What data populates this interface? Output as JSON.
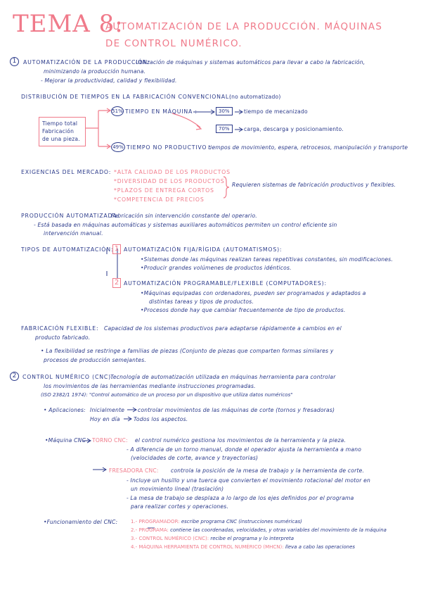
{
  "title": {
    "prefix": "TEMA 8:",
    "line1": "AUTOMATIZACIÓN DE LA PRODUCCIÓN. MÁQUINAS",
    "line2": "DE CONTROL NUMÉRICO."
  },
  "s1": {
    "number": "1",
    "heading": "AUTOMATIZACIÓN DE LA PRODUCCIÓN:",
    "text1": "Utilización de máquinas y sistemas automáticos para llevar a cabo la fabricación,",
    "text2": "minimizando la producción humana.",
    "text3": "- Mejorar la productividad, calidad y flexibilidad."
  },
  "dist": {
    "heading": "DISTRIBUCIÓN DE TIEMPOS EN LA FABRICACIÓN CONVENCIONAL:",
    "note": "(no automatizado)",
    "total_box": [
      "Tiempo total",
      "Fabricación",
      "de una pieza."
    ],
    "p51": "51%",
    "prod_label": "TIEMPO EN MÁQUINA :",
    "p30": "30%",
    "p30_text": "tiempo de mecanizado",
    "p70": "70%",
    "p70_text": "carga, descarga y posicionamiento.",
    "p49": "49%",
    "nonprod_label": "TIEMPO NO PRODUCTIVO :",
    "nonprod_text": "tiempos de movimiento, espera, retrocesos, manipulación y transporte"
  },
  "exig": {
    "heading": "EXIGENCIAS DEL MERCADO:",
    "items": [
      "*ALTA CALIDAD DE LOS PRODUCTOS",
      "*DIVERSIDAD DE LOS PRODUCTOS",
      "*PLAZOS DE ENTREGA CORTOS",
      "*COMPETENCIA DE PRECIOS"
    ],
    "result": "Requieren sistemas de fabricación productivos y flexibles."
  },
  "prod": {
    "heading": "PRODUCCIÓN AUTOMATIZADA:",
    "text1": "Fabricación sin intervención constante del operario.",
    "text2": "- Está basada en máquinas automáticas y sistemas auxiliares automáticos permiten un control eficiente sin",
    "text3": "intervención manual."
  },
  "tipos": {
    "heading": "TIPOS DE AUTOMATIZACIÓN:",
    "t1_num": "1",
    "t1_title": "AUTOMATIZACIÓN FIJA/RÍGIDA (AUTOMATISMOS):",
    "t1_b1": "•Sistemas donde las máquinas realizan tareas repetitivas constantes, sin modificaciones.",
    "t1_b2": "•Producir grandes volúmenes de productos idénticos.",
    "t2_num": "2",
    "t2_title": "AUTOMATIZACIÓN PROGRAMABLE/FLEXIBLE (COMPUTADORES):",
    "t2_b1": "•Máquinas equipadas con ordenadores, pueden ser programados y adaptados a",
    "t2_b1b": "distintas tareas y tipos de productos.",
    "t2_b2": "•Procesos donde hay que cambiar frecuentemente de tipo de productos."
  },
  "flex": {
    "heading": "FABRICACIÓN FLEXIBLE:",
    "text1": "Capacidad de los sistemas productivos para adaptarse rápidamente a cambios en el",
    "text2": "producto fabricado.",
    "text3": "• La flexibilidad se restringe a familias de piezas (Conjunto de piezas que comparten formas similares y",
    "text4": "procesos de producción semejantes."
  },
  "s2": {
    "number": "2",
    "heading": "CONTROL NUMÉRICO (CNC):",
    "text1": "Tecnología de automatización utilizada en máquinas herramienta para controlar",
    "text2": "los movimientos de las herramientas mediante instrucciones programadas.",
    "iso": "(ISO 2382/1 1974): \"Control automático de un proceso por un dispositivo que utiliza datos numéricos\"",
    "apps_label": "• Aplicaciones:",
    "apps_1_when": "Inicialmente",
    "apps_1": "controlar movimientos de las máquinas de corte (tornos y fresadoras)",
    "apps_2_when": "Hoy en día",
    "apps_2": "Todos los aspectos.",
    "maq_label": "•Máquina CNC :",
    "torno_title": "TORNO CNC:",
    "torno_text": "el control numérico gestiona los movimientos de la herramienta y la pieza.",
    "torno_b1": "- A diferencia de un torno manual, donde el operador ajusta la herramienta a mano",
    "torno_b1b": "(velocidades de corte, avance y trayectorias)",
    "fres_title": "FRESADORA CNC:",
    "fres_text": "controla la posición de la mesa de trabajo y la herramienta de corte.",
    "fres_b1": "- Incluye un husillo y una tuerca que convierten el movimiento rotacional del motor en",
    "fres_b1b": "un movimiento lineal (traslación)",
    "fres_b2": "- La mesa de trabajo se desplaza a lo largo de los ejes definidos por el programa",
    "fres_b2b": "para realizar cortes y operaciones.",
    "func_label": "•Funcionamiento del CNC:",
    "func": [
      {
        "n": "1.-",
        "k": "PROGRAMADOR:",
        "t": "escribe programa CNC (instrucciones numéricas)"
      },
      {
        "n": "2.-",
        "k": "PROGRAMA:",
        "t": "contiene las coordenadas, velocidades, y otras variables del movimiento de la máquina"
      },
      {
        "n": "3.-",
        "k": "CONTROL NUMÉRICO (CNC):",
        "t": "recibe el programa y lo interpreta"
      },
      {
        "n": "4.-",
        "k": "MÁQUINA HERRAMIENTA DE CONTROL NUMÉRICO (MHCN):",
        "t": "lleva a cabo las operaciones"
      }
    ]
  }
}
